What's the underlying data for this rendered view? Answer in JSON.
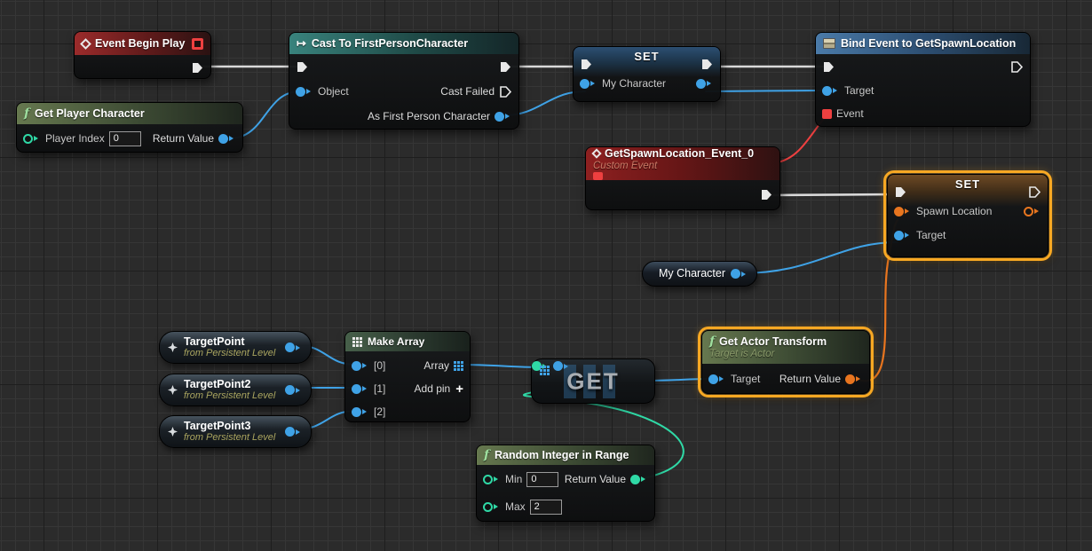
{
  "palette": {
    "exec_wire": "#d9d9d9",
    "object_pin": "#3fa2e6",
    "int_pin": "#2fd9a6",
    "transform_pin": "#e8751f",
    "delegate_pin": "#ee4040",
    "selection_outline": "#f7a823",
    "canvas_bg": "#2b2b2b"
  },
  "pinstyle": {
    "object": "--c:#3fa2e6",
    "int": "--c:#2fd9a6",
    "transform": "--c:#e8751f",
    "delegate": "--c:#ee4040"
  },
  "icons": {
    "function_glyph": "f",
    "cast_glyph": "↦",
    "add_pin_glyph": "+"
  },
  "nodes": {
    "event_begin_play": {
      "title": "Event Begin Play"
    },
    "get_player_character": {
      "title": "Get Player Character",
      "player_index_label": "Player Index",
      "player_index_value": "0",
      "return_label": "Return Value"
    },
    "cast": {
      "title": "Cast To FirstPersonCharacter",
      "object_label": "Object",
      "cast_failed_label": "Cast Failed",
      "as_label": "As First Person Character"
    },
    "set_my_character": {
      "title": "SET",
      "pin_label": "My Character"
    },
    "bind_event": {
      "title": "Bind Event to GetSpawnLocation",
      "target_label": "Target",
      "event_label": "Event"
    },
    "custom_event": {
      "title": "GetSpawnLocation_Event_0",
      "subtitle": "Custom Event"
    },
    "set_spawn_location": {
      "title": "SET",
      "spawn_label": "Spawn Location",
      "target_label": "Target"
    },
    "my_character_get": {
      "title": "My Character"
    },
    "target_points": [
      {
        "title": "TargetPoint",
        "subtitle": "from Persistent Level"
      },
      {
        "title": "TargetPoint2",
        "subtitle": "from Persistent Level"
      },
      {
        "title": "TargetPoint3",
        "subtitle": "from Persistent Level"
      }
    ],
    "make_array": {
      "title": "Make Array",
      "pins": [
        "[0]",
        "[1]",
        "[2]"
      ],
      "array_label": "Array",
      "add_pin_label": "Add pin"
    },
    "get_node": {
      "title": "GET"
    },
    "get_actor_transform": {
      "title": "Get Actor Transform",
      "subtitle": "Target is Actor",
      "target_label": "Target",
      "return_label": "Return Value"
    },
    "random_int": {
      "title": "Random Integer in Range",
      "min_label": "Min",
      "min_value": "0",
      "max_label": "Max",
      "max_value": "2",
      "return_label": "Return Value"
    }
  }
}
